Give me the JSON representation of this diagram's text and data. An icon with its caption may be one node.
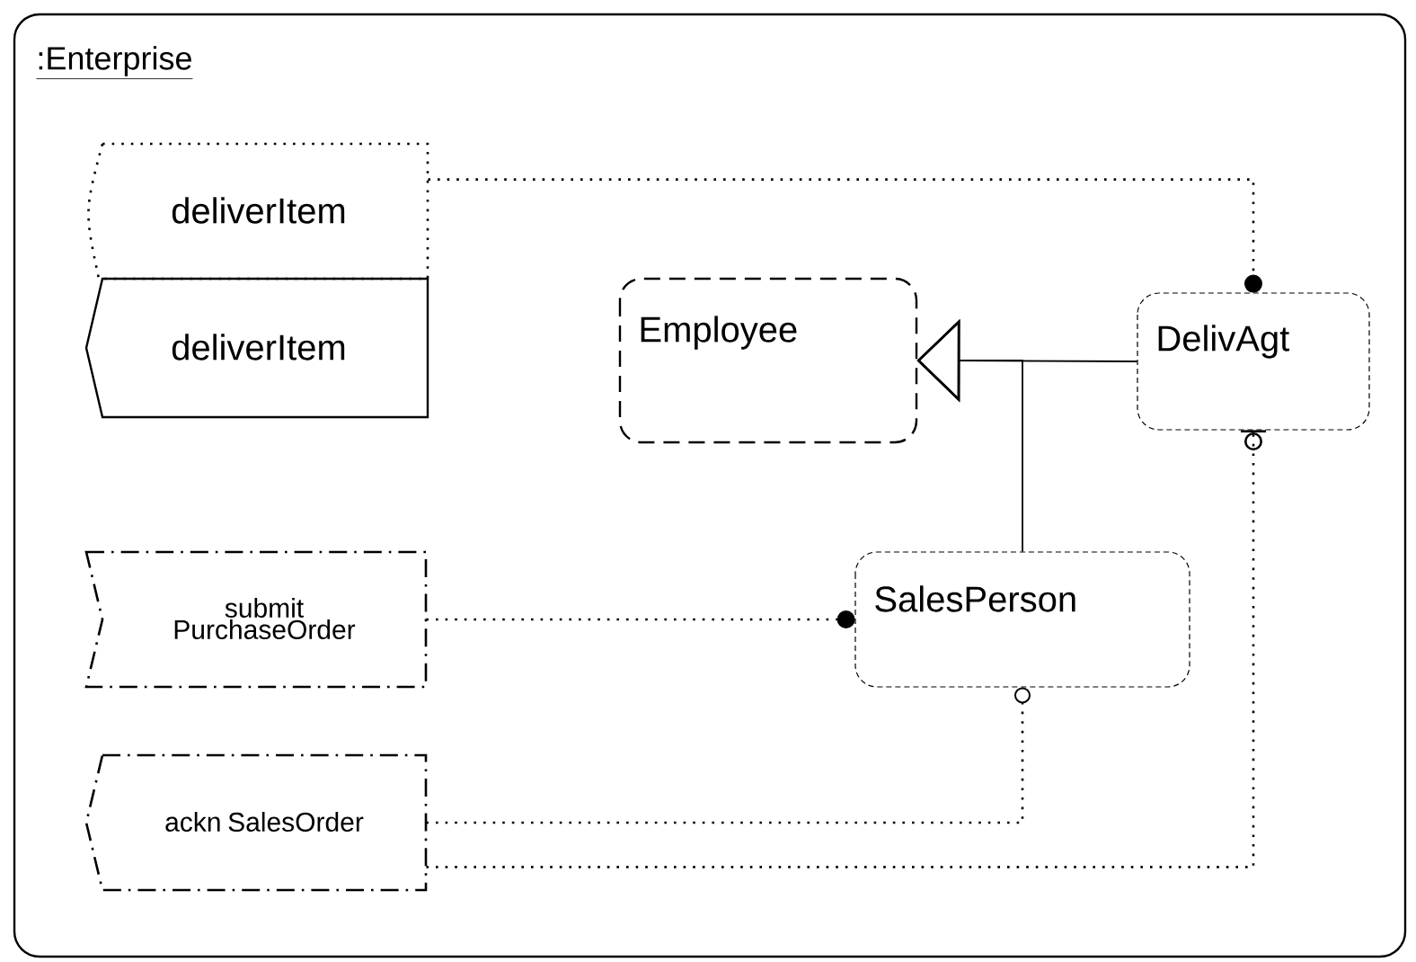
{
  "diagram": {
    "nodes": [
      {
        "text": [
          ":Enterprise"
        ]
      },
      {
        "text": [
          "deliverItem"
        ],
        "in": 0
      },
      {
        "text": [
          "deliverItem"
        ],
        "in": 0
      },
      {
        "text": [
          "Employee"
        ],
        "in": 0
      },
      {
        "text": [
          "DelivAgt"
        ],
        "in": 0
      },
      {
        "text": [
          "submit PurchaseOrder"
        ],
        "in": 0
      },
      {
        "text": [
          "SalesPerson"
        ],
        "in": 0
      },
      {
        "text": [
          "ackn SalesOrder"
        ],
        "in": 0
      }
    ],
    "edges": [
      {
        "from": 1,
        "to": 4,
        "arrow": "other",
        "style": "dashed"
      },
      {
        "from": 4,
        "to": 3,
        "arrow": "to"
      },
      {
        "from": 6,
        "to": 3,
        "arrow": "to"
      },
      {
        "from": 5,
        "to": 6,
        "arrow": "other",
        "style": "dashed"
      },
      {
        "from": 7,
        "to": 6,
        "arrow": "other",
        "style": "dashed"
      },
      {
        "from": 7,
        "to": 4,
        "arrow": "other",
        "style": "dashed"
      }
    ]
  }
}
